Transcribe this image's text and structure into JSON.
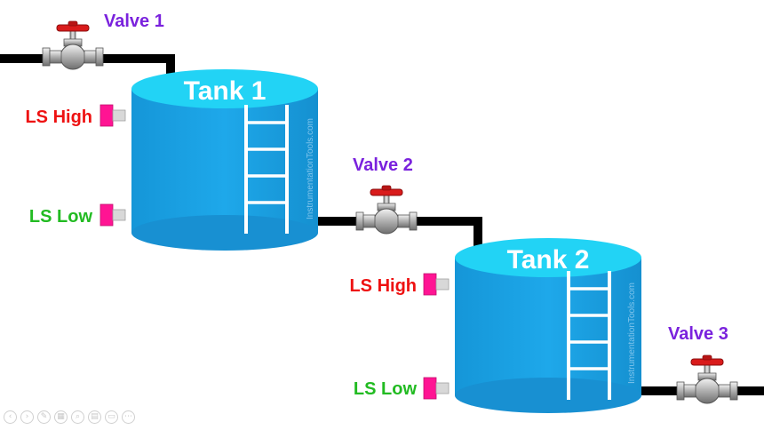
{
  "tanks": [
    {
      "label": "Tank 1",
      "watermark": "InstrumentationTools.com"
    },
    {
      "label": "Tank 2",
      "watermark": "InstrumentationTools.com"
    }
  ],
  "valves": [
    {
      "label": "Valve 1"
    },
    {
      "label": "Valve 2"
    },
    {
      "label": "Valve 3"
    }
  ],
  "level_switches": {
    "tank1": {
      "high": "LS High",
      "low": "LS Low"
    },
    "tank2": {
      "high": "LS High",
      "low": "LS Low"
    }
  },
  "colors": {
    "tank_body": "#1a9fe0",
    "tank_top": "#22d3f5",
    "pipe": "#000000",
    "ls_high_text": "#ee1111",
    "ls_low_text": "#22bb22",
    "valve_text": "#7a22dd",
    "valve_handle": "#d91b1b",
    "switch": "#ff1493",
    "ladder": "#ffffff"
  },
  "slideshow_toolbar": {
    "icons": [
      "prev-icon",
      "next-icon",
      "pen-icon",
      "slides-icon",
      "zoom-icon",
      "subtitles-icon",
      "camera-icon",
      "more-icon"
    ]
  }
}
